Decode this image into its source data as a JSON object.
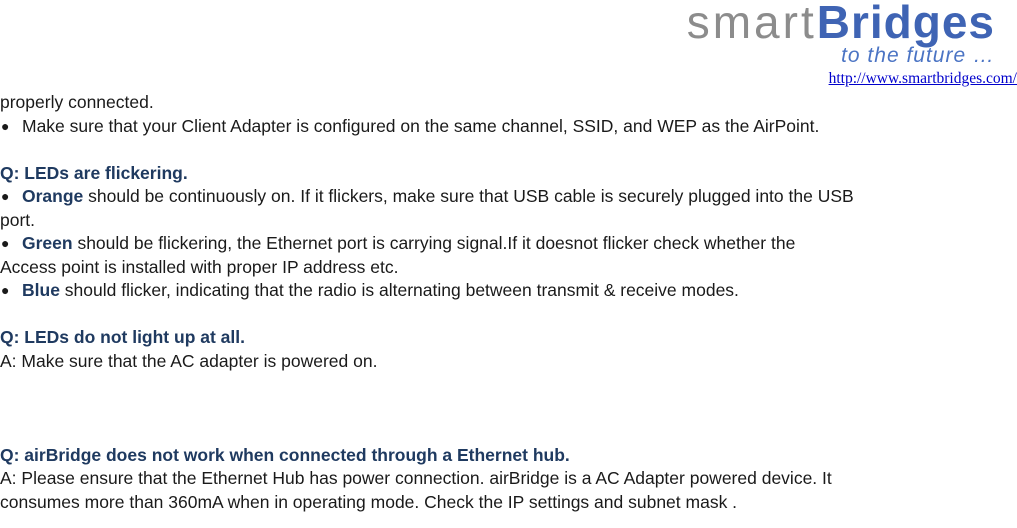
{
  "header": {
    "logo_smart": "smart",
    "logo_bridges": "Bridges",
    "logo_tagline": "to the future …",
    "url": "http://www.smartbridges.com/"
  },
  "content": {
    "line1": "properly connected.",
    "bullet1": "Make sure that your Client Adapter is configured on the same channel, SSID, and WEP as the AirPoint.",
    "q1": "Q: LEDs are flickering.",
    "b_orange_label": "Orange",
    "b_orange_text": " should be continuously on. If it flickers, make sure that USB cable is securely plugged into the USB",
    "b_orange_cont": "port.",
    "b_green_label": "Green",
    "b_green_text": " should be flickering, the Ethernet  port  is carrying  signal.If  it  doesnot  flicker  check  whether  the",
    "b_green_cont": "Access  point is  installed  with proper IP  address  etc.",
    "b_blue_label": "Blue",
    "b_blue_text": " should flicker, indicating that the radio is alternating between transmit & receive modes.",
    "q2": "Q: LEDs do not light up at all.",
    "a2": "A: Make sure that the AC  adapter  is powered on.",
    "q3": "Q: airBridge does not work when connected through a Ethernet hub.",
    "a3_line1": "A: Please ensure that the Ethernet Hub has power connection. airBridge is a AC Adapter powered device. It",
    "a3_line2": "consumes more than 360mA when in operating mode. Check  the  IP  settings  and  subnet  mask ."
  }
}
